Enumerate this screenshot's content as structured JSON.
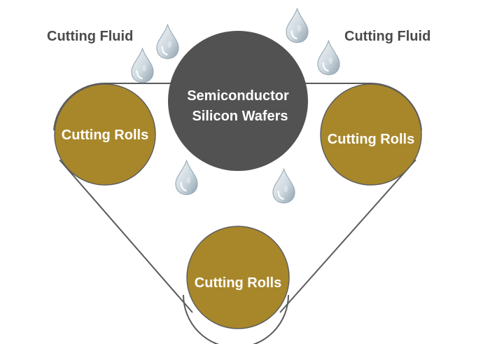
{
  "labels": {
    "fluid_left": "Cutting Fluid",
    "fluid_right": "Cutting Fluid",
    "wafer_line1": "Semiconductor",
    "wafer_line2": "Silicon Wafers",
    "roll_left": "Cutting Rolls",
    "roll_right": "Cutting Rolls",
    "roll_bottom": "Cutting Rolls"
  },
  "colors": {
    "roll": "#a8872a",
    "roll_stroke": "#5e5e5e",
    "wafer": "#525252",
    "belt": "#5a5a5a",
    "text_dark": "#4a4a4a",
    "text_light": "#ffffff",
    "droplet": "#c8d3da"
  },
  "icons": {
    "droplet": "water-droplet-icon"
  }
}
